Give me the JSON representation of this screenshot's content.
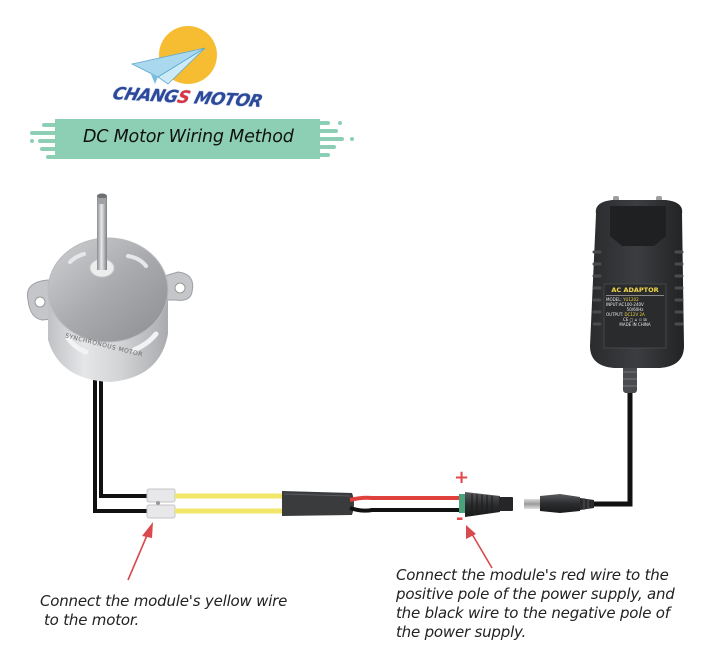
{
  "brand": {
    "name_part1": "CHANG",
    "name_accent": "S",
    "name_part2": " MOTOR",
    "colors": {
      "sun": "#f6bd33",
      "text": "#2d4a9a",
      "accent": "#e0323a",
      "plane": "#8fcbe6"
    }
  },
  "banner": {
    "title": "DC Motor Wiring Method",
    "color": "#8ccfb5"
  },
  "motor": {
    "label": "SYNCHRONOUS MOTOR",
    "icon": "synchronous-motor-icon"
  },
  "adaptor": {
    "title": "AC ADAPTOR",
    "model_label": "MODEL:",
    "model_value": "YU1202",
    "input_label": "INPUT:AC100-240V",
    "input_freq": "50/60Hz",
    "output_label": "OUTPUT:",
    "output_value": "DC12V 2A",
    "marks": "CE ▢ ⌂ ♲ ☒",
    "origin": "MADE IN CHINA",
    "icon": "power-adapter-icon"
  },
  "polarity": {
    "positive": "+",
    "negative": "-",
    "colors": {
      "positive": "#e0494d",
      "negative": "#e0494d"
    }
  },
  "wires": {
    "colors": {
      "yellow": "#f2e66a",
      "red": "#e0403c",
      "black": "#111111",
      "terminal": "#4aa37a"
    }
  },
  "captions": {
    "left_line1": "Connect the module's yellow wire",
    "left_line2": "to the motor.",
    "right_line1": "Connect the module's red wire to the",
    "right_line2": "positive pole of the power supply, and",
    "right_line3": "the black wire to the negative pole of",
    "right_line4": "the power supply."
  }
}
